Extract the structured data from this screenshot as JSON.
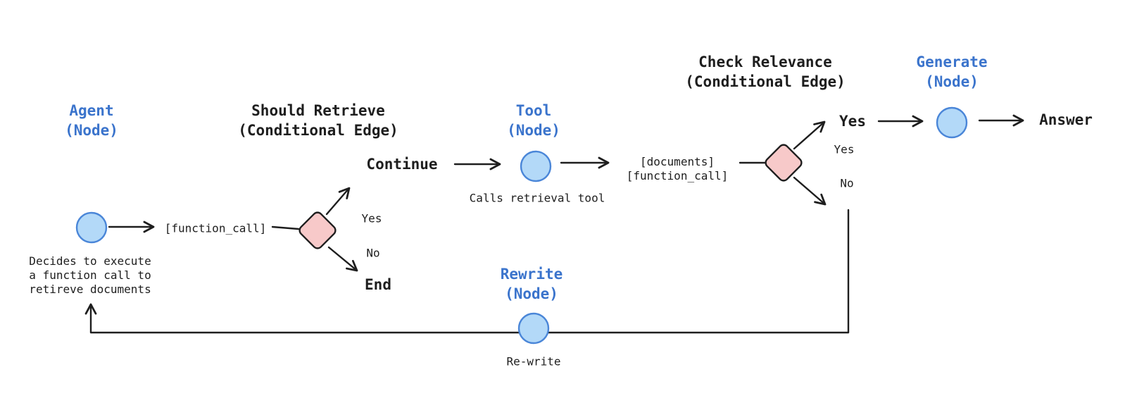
{
  "colors": {
    "blue_text": "#3b74cc",
    "dark_text": "#1e1e1e",
    "node_fill": "#b3d9f8",
    "node_stroke": "#4a86d8",
    "diamond_fill": "#f7c9c9"
  },
  "nodes": {
    "agent": {
      "title": "Agent",
      "subtitle": "(Node)",
      "desc1": "Decides to execute",
      "desc2": "a function call to",
      "desc3": "retireve documents"
    },
    "tool": {
      "title": "Tool",
      "subtitle": "(Node)",
      "description": "Calls retrieval tool"
    },
    "generate": {
      "title": "Generate",
      "subtitle": "(Node)"
    },
    "rewrite": {
      "title": "Rewrite",
      "subtitle": "(Node)",
      "description": "Re-write"
    }
  },
  "conditional_edges": {
    "should_retrieve": {
      "title": "Should Retrieve",
      "subtitle": "(Conditional Edge)",
      "input": "[function_call]",
      "yes_label": "Yes",
      "no_label": "No",
      "yes_target": "Continue",
      "no_target": "End"
    },
    "check_relevance": {
      "title": "Check Relevance",
      "subtitle": "(Conditional Edge)",
      "input_line1": "[documents]",
      "input_line2": "[function_call]",
      "yes_label": "Yes",
      "no_label": "No",
      "yes_target": "Yes"
    }
  },
  "outputs": {
    "answer": "Answer"
  }
}
